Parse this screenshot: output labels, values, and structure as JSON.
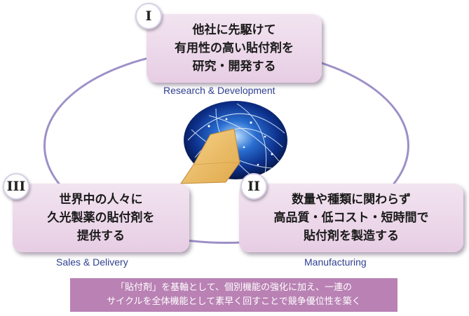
{
  "stages": [
    {
      "numeral": "I",
      "text": "他社に先駆けて\n有用性の高い貼付剤を\n研究・開発する",
      "caption": "Research & Development"
    },
    {
      "numeral": "II",
      "text": "数量や種類に関わらず\n高品質・低コスト・短時間で\n貼付剤を製造する",
      "caption": "Manufacturing"
    },
    {
      "numeral": "III",
      "text": "世界中の人々に\n久光製薬の貼付剤を\n提供する",
      "caption": "Sales & Delivery"
    }
  ],
  "banner": {
    "line1": "「貼付剤」を基軸として、個別機能の強化に加え、一連の",
    "line2": "サイクルを全体機能として素早く回すことで競争優位性を築く"
  },
  "colors": {
    "box_fill": "#ead5e8",
    "ring": "#9d8fc7",
    "caption_text": "#2e3f8f",
    "banner_fill": "#b981b4"
  },
  "icons": {
    "center": "globe-with-patch-icon"
  }
}
